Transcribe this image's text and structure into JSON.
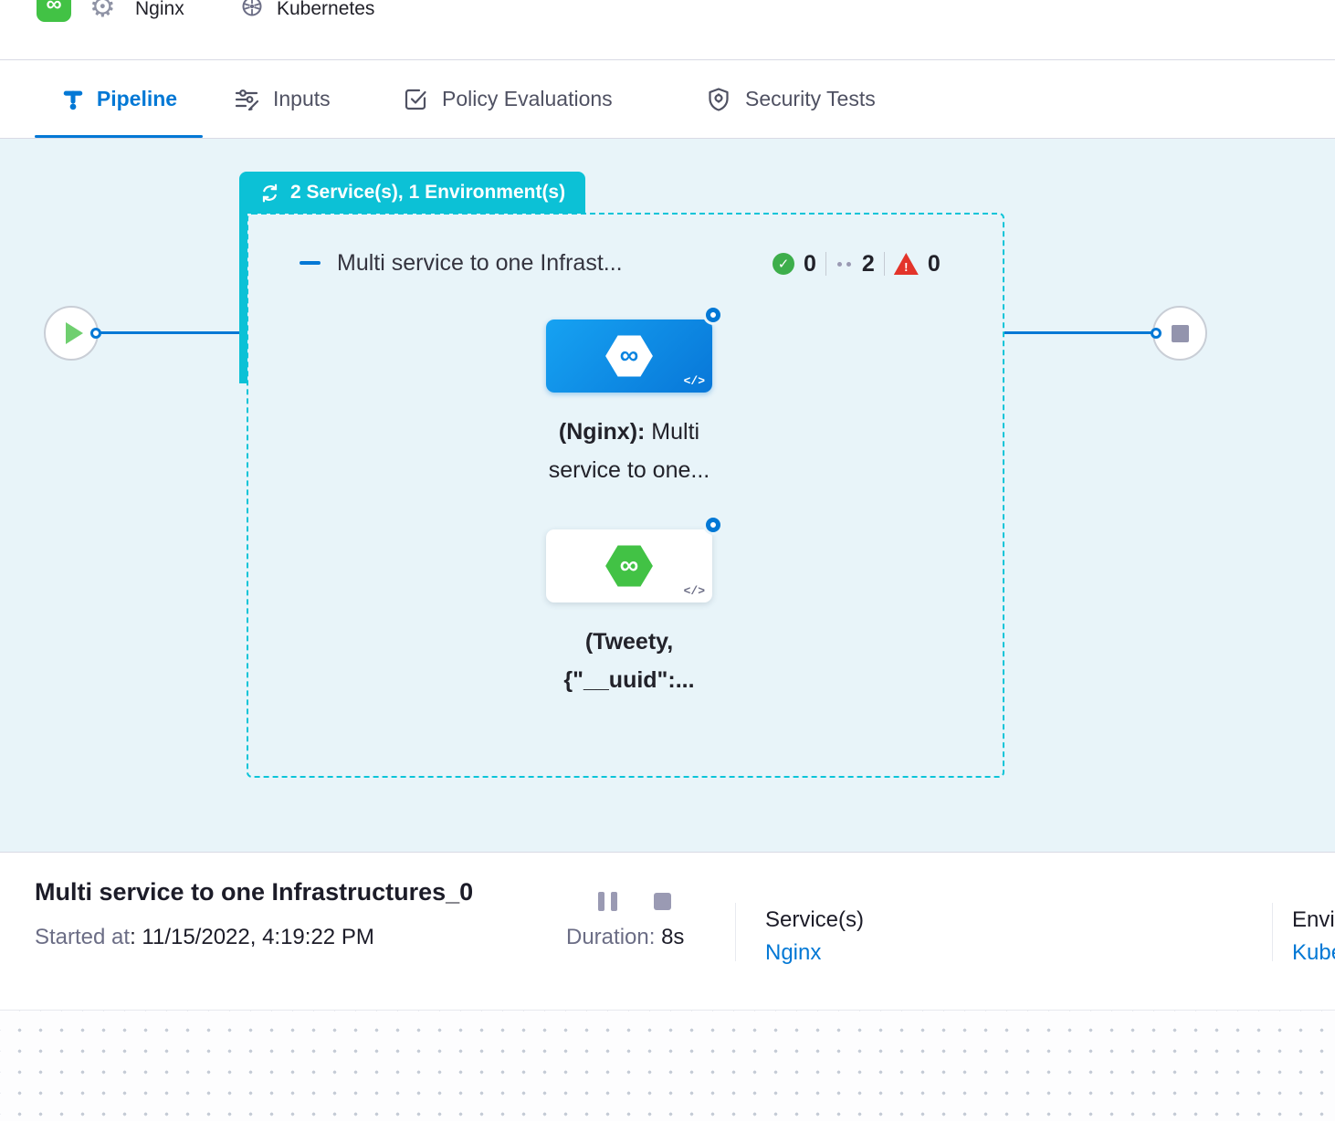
{
  "breadcrumb": {
    "service_name": "Nginx",
    "environment_name": "Kubernetes"
  },
  "tabs": {
    "pipeline": "Pipeline",
    "inputs": "Inputs",
    "policy": "Policy Evaluations",
    "security": "Security Tests"
  },
  "canvas": {
    "badge_label": "2 Service(s), 1 Environment(s)",
    "group_title": "Multi service to one Infrast...",
    "status": {
      "success": "0",
      "running": "2",
      "failed": "0"
    },
    "node1": {
      "bold": "(Nginx):",
      "rest": " Multi",
      "line2": "service to one..."
    },
    "node2": {
      "bold": "(Tweety,",
      "line2": "{\"__uuid\":..."
    }
  },
  "icons": {
    "infinity": "∞",
    "gear": "⚙",
    "check": "✓",
    "warn": "!",
    "code": "</>"
  },
  "footer": {
    "title": "Multi service to one Infrastructures_0",
    "started_label": "Started at",
    "started_value": ": 11/15/2022, 4:19:22 PM",
    "duration_label": "Duration: ",
    "duration_value": "8s",
    "services_label": "Service(s)",
    "services_value": "Nginx",
    "environment_label": "Environment(s)",
    "environment_value": "Kubernetes"
  },
  "colors": {
    "accent_blue": "#0278d5",
    "teal": "#0cc1d6",
    "green": "#42c245",
    "red": "#e3342a"
  }
}
